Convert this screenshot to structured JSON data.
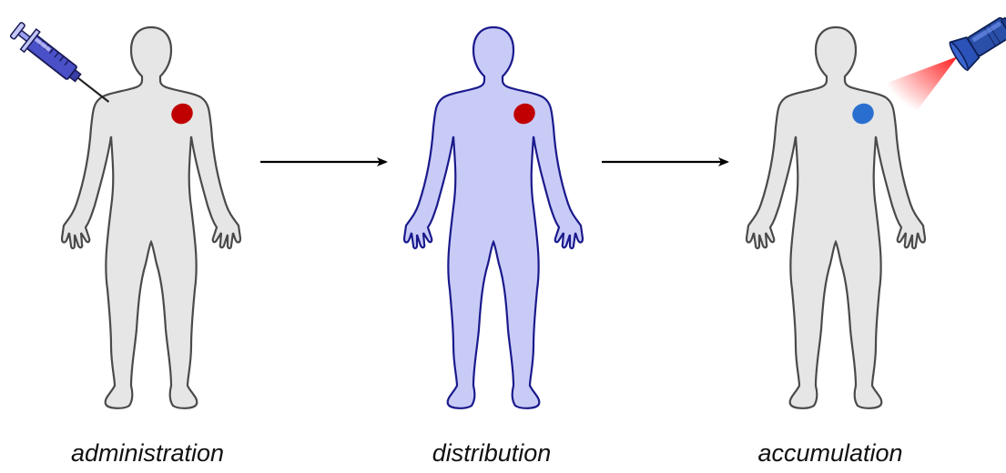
{
  "stages": [
    {
      "label": "administration",
      "body_fill": "#e6e6e6",
      "body_stroke": "#4a4a4a",
      "spot_color": "#c00000"
    },
    {
      "label": "distribution",
      "body_fill": "#c9cbf7",
      "body_stroke": "#1a1a8c",
      "spot_color": "#c00000"
    },
    {
      "label": "accumulation",
      "body_fill": "#e6e6e6",
      "body_stroke": "#4a4a4a",
      "spot_color": "#2a6fd0"
    }
  ],
  "arrow_color": "#000000",
  "icons": {
    "syringe": "syringe-icon",
    "flashlight": "flashlight-icon"
  },
  "colors": {
    "syringe_body": "#4a50c8",
    "flashlight_body": "#2a4fa8",
    "beam": "#ff2a2a"
  }
}
